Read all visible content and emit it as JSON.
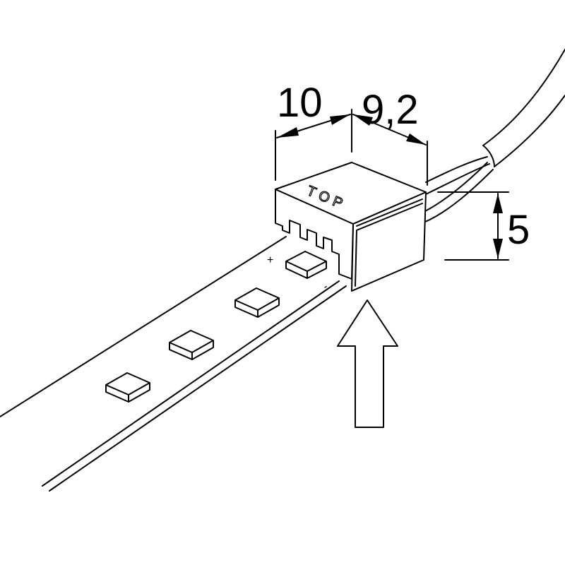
{
  "dimensions": {
    "width_label": "10",
    "depth_label": "9,2",
    "height_label": "5"
  },
  "connector": {
    "top_marking": "TOP",
    "plus_marking": "+",
    "minus_marking": "-"
  }
}
